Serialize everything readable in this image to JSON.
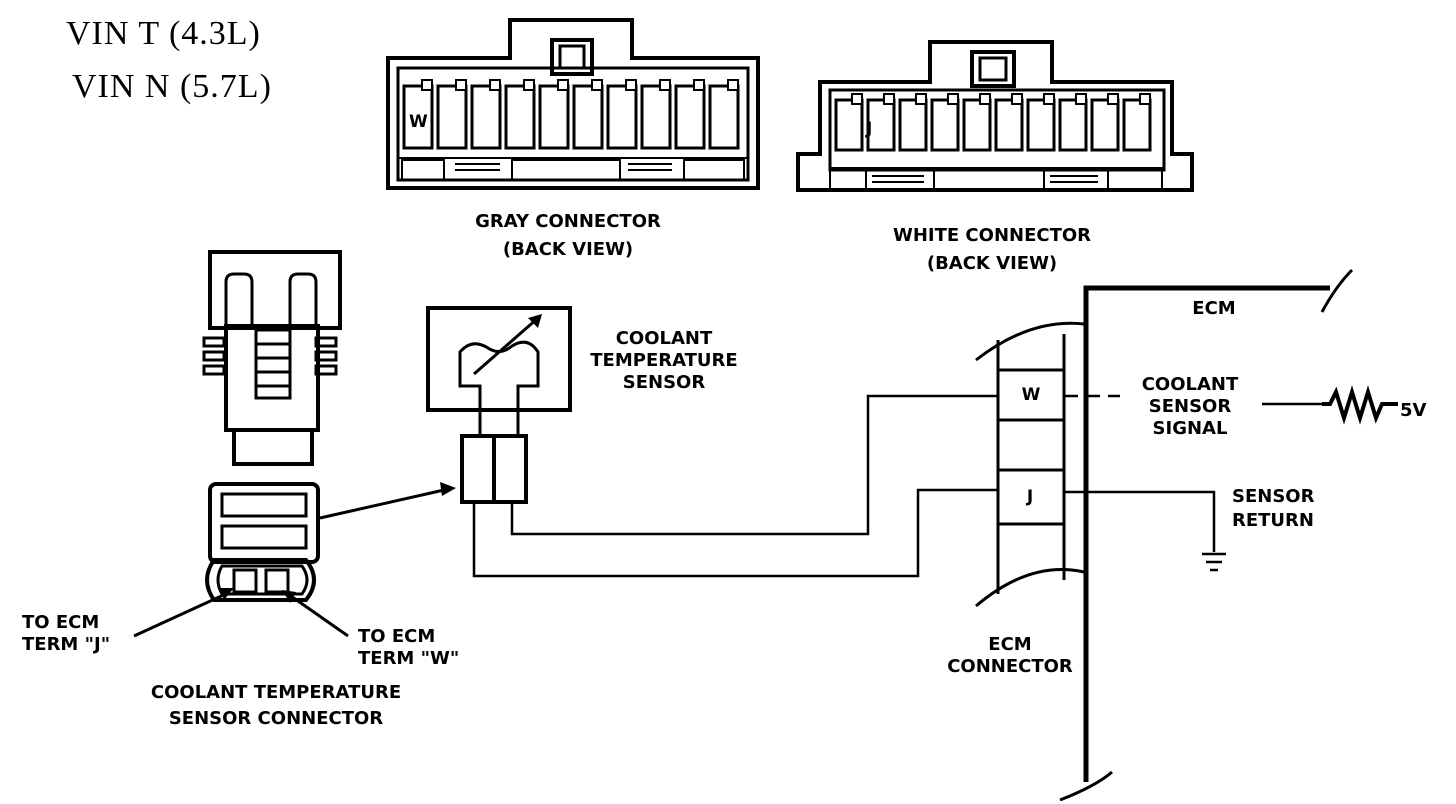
{
  "header": {
    "vin_line_1": "VIN  T  (4.3L)",
    "vin_line_2": "VIN  N  (5.7L)"
  },
  "gray_connector": {
    "pin_label": "W",
    "title_line_1": "GRAY CONNECTOR",
    "title_line_2": "(BACK VIEW)"
  },
  "white_connector": {
    "pin_label": "J",
    "title_line_1": "WHITE CONNECTOR",
    "title_line_2": "(BACK VIEW)"
  },
  "sensor": {
    "label_line_1": "COOLANT",
    "label_line_2": "TEMPERATURE",
    "label_line_3": "SENSOR"
  },
  "sensor_connector": {
    "to_j_line_1": "TO ECM",
    "to_j_line_2": "TERM \"J\"",
    "to_w_line_1": "TO ECM",
    "to_w_line_2": "TERM \"W\"",
    "title_line_1": "COOLANT TEMPERATURE",
    "title_line_2": "SENSOR CONNECTOR"
  },
  "ecm": {
    "label": "ECM",
    "pin_w": "W",
    "pin_j": "J",
    "connector_line_1": "ECM",
    "connector_line_2": "CONNECTOR",
    "signal_line_1": "COOLANT",
    "signal_line_2": "SENSOR",
    "signal_line_3": "SIGNAL",
    "voltage": "5V",
    "return_line_1": "SENSOR",
    "return_line_2": "RETURN"
  },
  "colors": {
    "ink": "#000000",
    "paper": "#ffffff"
  }
}
